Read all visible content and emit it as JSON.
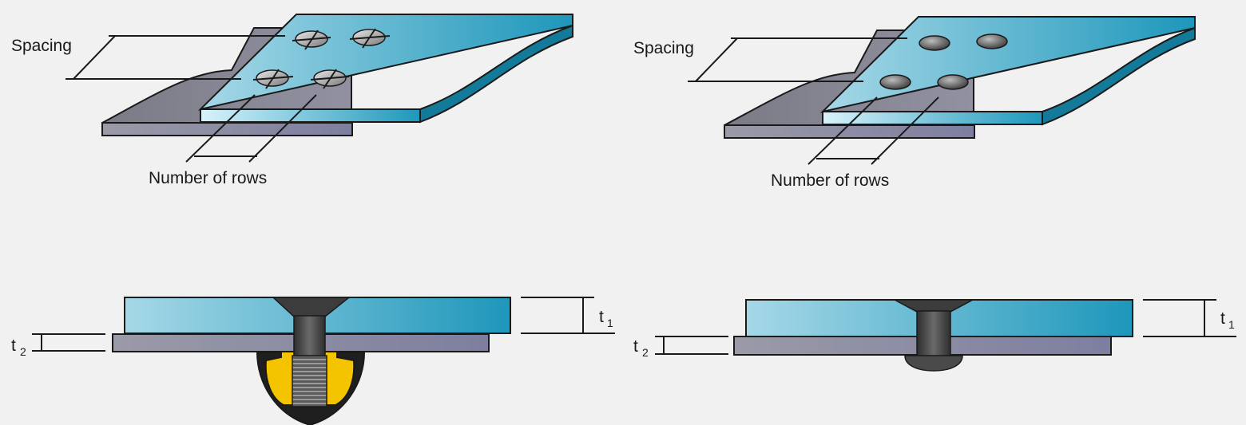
{
  "diagram": {
    "top_left": {
      "spacing_label": "Spacing",
      "rows_label": "Number of rows"
    },
    "top_right": {
      "spacing_label": "Spacing",
      "rows_label": "Number of rows"
    },
    "bottom_left": {
      "t1_main": "t",
      "t1_sub": "1",
      "t2_main": "t",
      "t2_sub": "2"
    },
    "bottom_right": {
      "t1_main": "t",
      "t1_sub": "1",
      "t2_main": "t",
      "t2_sub": "2"
    }
  },
  "colors": {
    "background": "#f1f1f1",
    "plate_top_light": "#a6d8e7",
    "plate_top_dark": "#1e97bb",
    "plate_side": "#137a99",
    "base_plate": "#8f8fa6",
    "fastener": "#4a4a4a",
    "insert": "#f4c400"
  }
}
